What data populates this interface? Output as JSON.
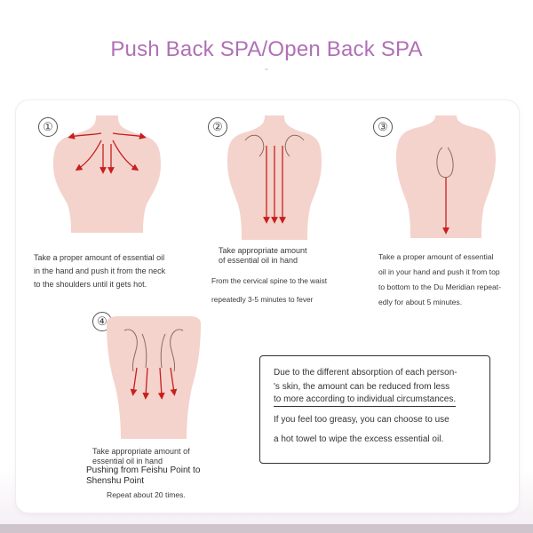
{
  "header": {
    "title": "Push Back SPA/Open Back SPA",
    "dash": "-"
  },
  "steps": [
    {
      "number": "①",
      "lines": [
        "Take a proper amount of essential oil",
        "in the hand and push it from the neck",
        "to the shoulders until it gets hot."
      ]
    },
    {
      "number": "②",
      "lines": [
        "Take appropriate amount",
        "of essential oil in hand"
      ],
      "sub_lines": [
        "From the cervical spine to the waist",
        "repeatedly 3-5 minutes to fever"
      ]
    },
    {
      "number": "③",
      "lines": [
        "Take a proper amount of essential",
        "oil in your hand and push it from top",
        "to bottom to the Du Meridian repeat-",
        "edly for about 5 minutes."
      ]
    },
    {
      "number": "④",
      "lines": [
        "Take appropriate amount of",
        "essential oil in hand"
      ],
      "sub_lines": [
        "Pushing from Feishu Point to",
        "Shenshu Point"
      ],
      "repeat": "Repeat about 20 times."
    }
  ],
  "note": {
    "lines": [
      "Due to the different absorption of each person-",
      "'s skin, the amount can be reduced from less",
      "to more according to individual circumstances.",
      "If you feel too greasy, you can choose to use",
      "a hot towel to wipe the excess essential oil."
    ]
  },
  "colors": {
    "title": "#b070b6",
    "skin": "#f4d3cc",
    "arrow": "#c81e1e"
  }
}
